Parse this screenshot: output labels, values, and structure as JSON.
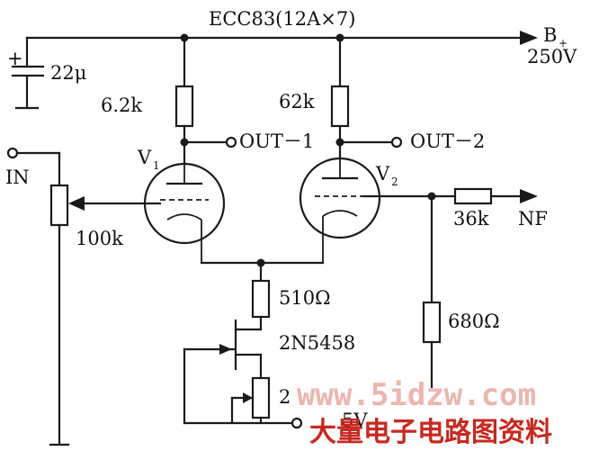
{
  "title": "ECC83(12A×7)",
  "supply": {
    "label_main": "B",
    "label_sub": "+",
    "voltage": "250V"
  },
  "capacitor": {
    "polarity": "+",
    "value": "22μ"
  },
  "resistors": {
    "r_plate1": "6.2k",
    "r_plate2": "62k",
    "r_feedback": "36k",
    "r_grid2": "680Ω",
    "r_cathode": "510Ω",
    "pot_input": "100k"
  },
  "outputs": {
    "out1": "OUT－1",
    "out2": "OUT－2",
    "nf": "NF"
  },
  "tubes": {
    "v1": {
      "main": "V",
      "sub": "1"
    },
    "v2": {
      "main": "V",
      "sub": "2"
    }
  },
  "input_label": "IN",
  "jfet_label": "2N5458",
  "pot_partial_label": "2",
  "voltage_partial_label": "5V",
  "watermark": {
    "url": "www.5idzw.com",
    "cn": "大量电子电路图资料"
  }
}
